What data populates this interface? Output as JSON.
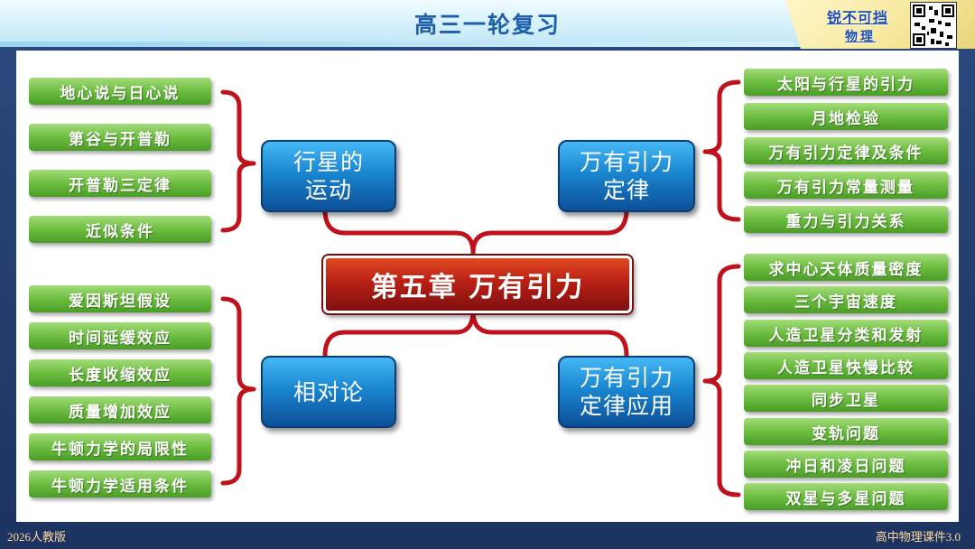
{
  "header": {
    "title": "高三一轮复习"
  },
  "brand": {
    "line1": "锐不可挡",
    "line2": "物理"
  },
  "colors": {
    "bracket": "#c0121c",
    "leaf_green": "#6cbd40",
    "node_blue": "#1a86d0",
    "root_red": "#b81f14"
  },
  "mindmap": {
    "root": "第五章 万有引力",
    "planet_motion": {
      "label_line1": "行星的",
      "label_line2": "运动",
      "items": [
        "地心说与日心说",
        "第谷与开普勒",
        "开普勒三定律",
        "近似条件"
      ]
    },
    "gravitation_law": {
      "label_line1": "万有引力",
      "label_line2": "定律",
      "items": [
        "太阳与行星的引力",
        "月地检验",
        "万有引力定律及条件",
        "万有引力常量测量",
        "重力与引力关系"
      ]
    },
    "relativity": {
      "label": "相对论",
      "items": [
        "爱因斯坦假设",
        "时间延缓效应",
        "长度收缩效应",
        "质量增加效应",
        "牛顿力学的局限性",
        "牛顿力学适用条件"
      ]
    },
    "gravitation_application": {
      "label_line1": "万有引力",
      "label_line2": "定律应用",
      "items": [
        "求中心天体质量密度",
        "三个宇宙速度",
        "人造卫星分类和发射",
        "人造卫星快慢比较",
        "同步卫星",
        "变轨问题",
        "冲日和凌日问题",
        "双星与多星问题"
      ]
    }
  },
  "footer": {
    "left": "2026人教版",
    "right": "高中物理课件3.0"
  }
}
